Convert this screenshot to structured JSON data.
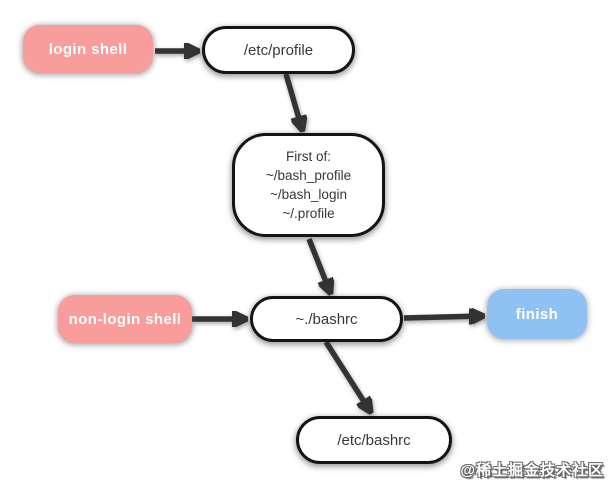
{
  "diagram": {
    "background": "#ffffff",
    "colors": {
      "pink_node": "#f89c9c",
      "blue_node": "#8fc2f2",
      "white_node_border": "#141414",
      "edge": "#333333",
      "node_text_dark": "#383838",
      "node_text_light": "#ffffff"
    },
    "nodes": {
      "login_shell": {
        "label": "login shell",
        "fill": "#f89c9c"
      },
      "etc_profile": {
        "label": "/etc/profile",
        "fill": "#ffffff"
      },
      "first_of": {
        "line1": "First of:",
        "line2": "~/bash_profile",
        "line3": "~/bash_login",
        "line4": "~/.profile",
        "fill": "#ffffff"
      },
      "non_login_shell": {
        "label": "non-login shell",
        "fill": "#f89c9c"
      },
      "bashrc": {
        "label": "~./bashrc",
        "fill": "#ffffff"
      },
      "finish": {
        "label": "finish",
        "fill": "#8fc2f2"
      },
      "etc_bashrc": {
        "label": "/etc/bashrc",
        "fill": "#ffffff"
      }
    },
    "edges": [
      {
        "from": "login shell",
        "to": "/etc/profile"
      },
      {
        "from": "/etc/profile",
        "to": "First of: ~/bash_profile ~/bash_login ~/.profile"
      },
      {
        "from": "First of: ~/bash_profile ~/bash_login ~/.profile",
        "to": "~./bashrc"
      },
      {
        "from": "non-login shell",
        "to": "~./bashrc"
      },
      {
        "from": "~./bashrc",
        "to": "finish"
      },
      {
        "from": "~./bashrc",
        "to": "/etc/bashrc"
      }
    ]
  },
  "watermark": {
    "text": "@稀土掘金技术社区"
  }
}
